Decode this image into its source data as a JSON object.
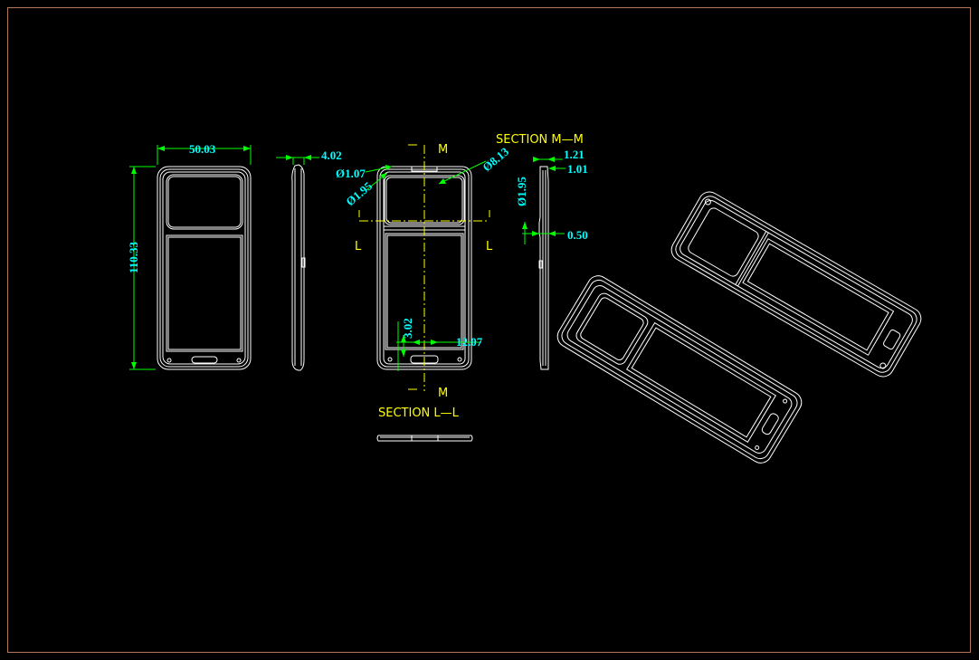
{
  "colors": {
    "background": "#000000",
    "border": "#b07a5a",
    "geometry": "#ffffff",
    "dimension_line": "#00ff00",
    "dimension_text": "#00ffff",
    "section_label": "#ffff00"
  },
  "front_view": {
    "width_dim": "50.03",
    "height_dim": "110.33"
  },
  "side_view": {
    "thickness_dim": "4.02"
  },
  "center_view": {
    "section_mark_top": "M",
    "section_mark_bottom": "M",
    "section_mark_left": "L",
    "section_mark_right": "L",
    "dim_hole_small": "Ø1.07",
    "dim_hole_medium": "Ø1.95",
    "dim_radius": "Ø8.13",
    "dim_height_bottom": "3.02",
    "dim_width_bottom": "12.07"
  },
  "section_mm": {
    "title": "SECTION  M—M",
    "dim_top": "1.21",
    "dim_mid": "1.01",
    "dim_hole": "Ø1.95",
    "dim_small": "0.50"
  },
  "section_ll": {
    "title": "SECTION  L—L"
  }
}
